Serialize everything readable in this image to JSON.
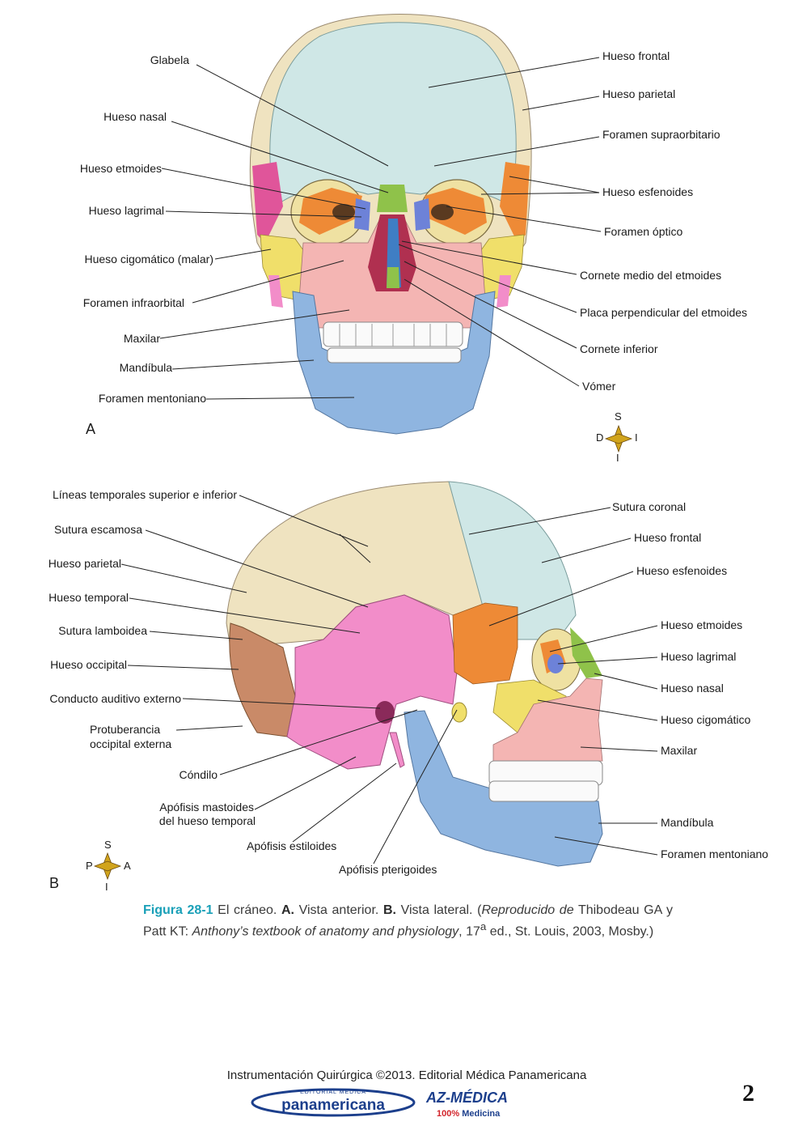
{
  "panels": {
    "a": "A",
    "b": "B"
  },
  "compass_a": {
    "top": "S",
    "left": "D",
    "right": "I",
    "bottom": "I"
  },
  "compass_b": {
    "top": "S",
    "left": "P",
    "right": "A",
    "bottom": "I"
  },
  "anterior_labels": {
    "glabela": "Glabela",
    "hueso_nasal": "Hueso nasal",
    "hueso_etmoides": "Hueso etmoides",
    "hueso_lagrimal": "Hueso lagrimal",
    "hueso_cigomatico": "Hueso cigomático (malar)",
    "foramen_infraorbital": "Foramen infraorbital",
    "maxilar": "Maxilar",
    "mandibula": "Mandíbula",
    "foramen_mentoniano": "Foramen mentoniano",
    "hueso_frontal": "Hueso frontal",
    "hueso_parietal": "Hueso parietal",
    "foramen_supraorbitario": "Foramen supraorbitario",
    "hueso_esfenoides": "Hueso esfenoides",
    "foramen_optico": "Foramen óptico",
    "cornete_medio": "Cornete medio del etmoides",
    "placa_perpendicular": "Placa perpendicular del etmoides",
    "cornete_inferior": "Cornete inferior",
    "vomer": "Vómer"
  },
  "lateral_labels": {
    "lineas_temporales": "Líneas temporales superior e inferior",
    "sutura_escamosa": "Sutura escamosa",
    "hueso_parietal": "Hueso parietal",
    "hueso_temporal": "Hueso temporal",
    "sutura_lamboidea": "Sutura lamboidea",
    "hueso_occipital": "Hueso occipital",
    "conducto_auditivo": "Conducto auditivo externo",
    "protuberancia_1": "Protuberancia",
    "protuberancia_2": "occipital externa",
    "condilo": "Cóndilo",
    "mastoides_1": "Apófisis mastoides",
    "mastoides_2": "del hueso temporal",
    "estiloides": "Apófisis estiloides",
    "pterigoides": "Apófisis pterigoides",
    "sutura_coronal": "Sutura coronal",
    "hueso_frontal": "Hueso frontal",
    "hueso_esfenoides": "Hueso esfenoides",
    "hueso_etmoides": "Hueso etmoides",
    "hueso_lagrimal": "Hueso lagrimal",
    "hueso_nasal": "Hueso nasal",
    "hueso_cigomatico": "Hueso cigomático",
    "maxilar": "Maxilar",
    "mandibula": "Mandíbula",
    "foramen_mentoniano": "Foramen mentoniano"
  },
  "caption": {
    "fig": "Figura 28-1",
    "t1": " El cráneo. ",
    "a": "A.",
    "t2": " Vista anterior. ",
    "b": "B.",
    "t3": " Vista lateral. (",
    "rep": "Reproducido de",
    "t4": " Thibodeau GA y Patt KT: ",
    "book": "Anthony’s textbook of anatomy and physiology",
    "t5": ", 17",
    "sup": "a",
    "t6": " ed., St. Louis, 2003, Mosby.)"
  },
  "footer": "Instrumentación Quirúrgica ©2013. Editorial Médica Panamericana",
  "page_number": "2",
  "logo_left_small": "EDITORIAL MEDICA",
  "logo_left_big": "panamericana",
  "logo_right": "AZ-MÉDICA",
  "logo_right_sub_pct": "100%",
  "logo_right_sub": " Medicina",
  "colors": {
    "frontal": "#cfe7e6",
    "parietal": "#efe3c0",
    "sphenoid": "#e0559a",
    "ethmoid": "#ee8a36",
    "zygomatic": "#f0df6a",
    "maxilla": "#f4b5b3",
    "mandible": "#8fb5e0",
    "temporal": "#f28dc9",
    "occipital": "#c98a68",
    "nasal": "#8fc24a",
    "lacrimal": "#6d82d8",
    "caption_fig": "#1aa0b8"
  }
}
